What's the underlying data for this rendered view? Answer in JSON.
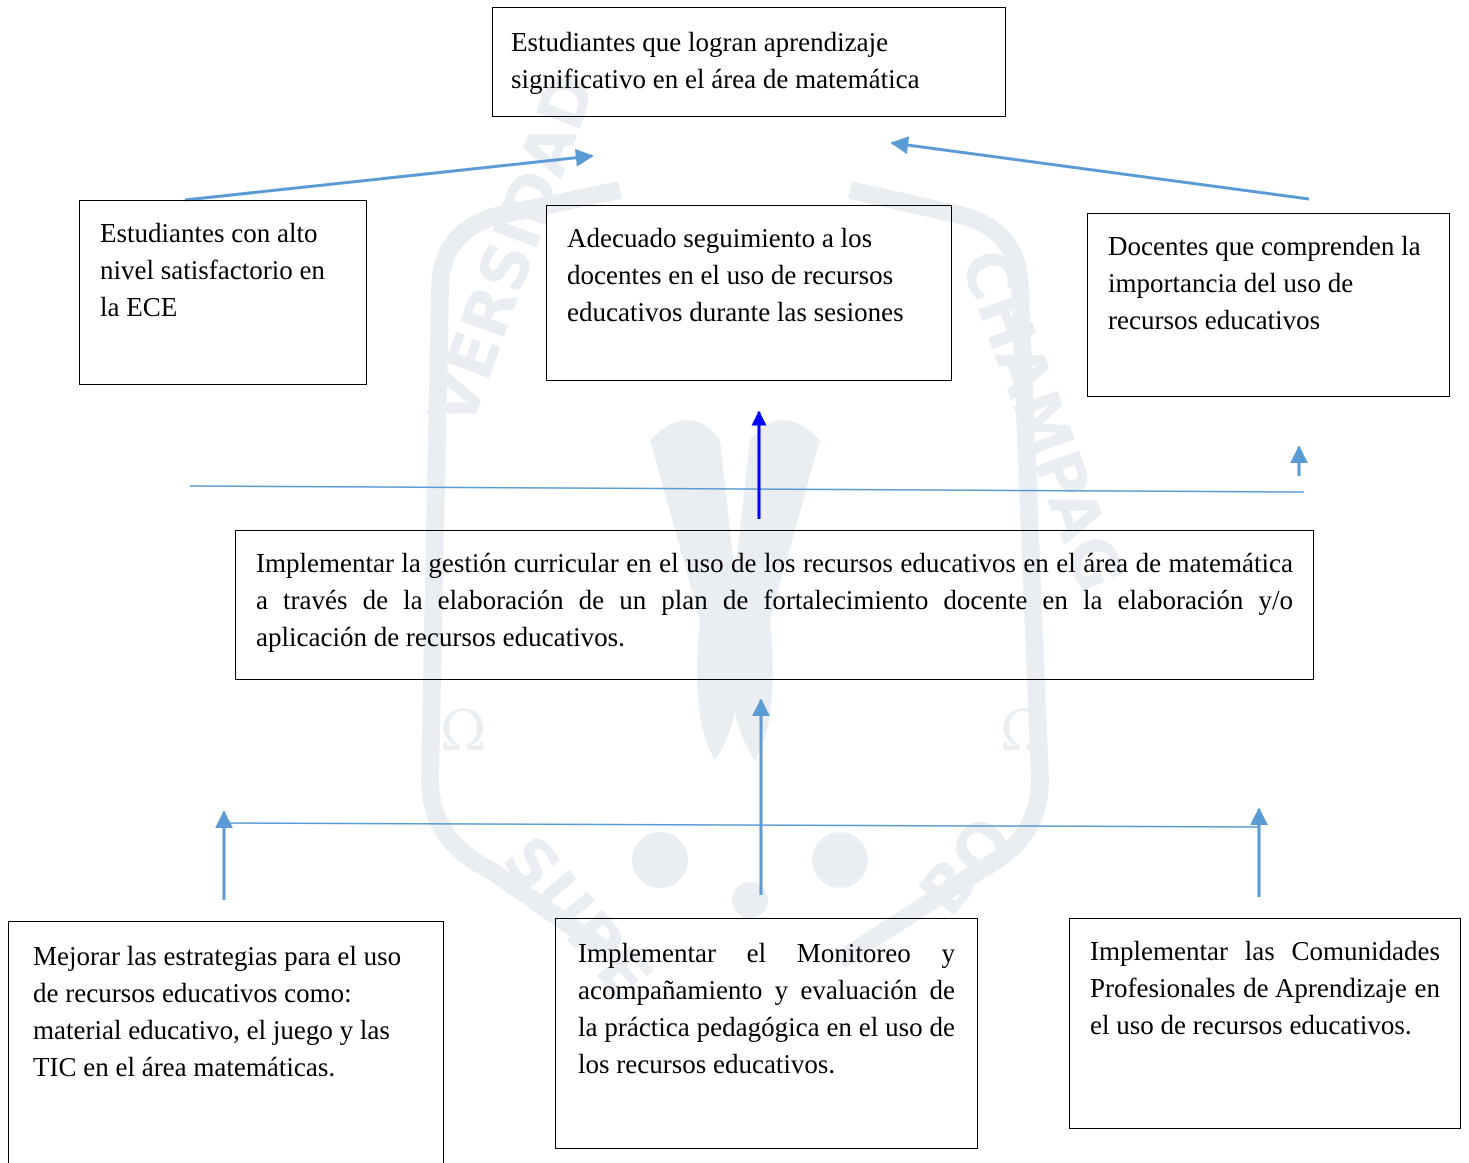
{
  "diagram": {
    "top_box": "Estudiantes que logran aprendizaje significativo en el área de matemática",
    "left_box": "Estudiantes con alto nivel satisfactorio en la ECE",
    "middle_box": "Adecuado seguimiento a los docentes en el uso de recursos educativos durante las sesiones",
    "right_box": "Docentes que comprenden la importancia del uso de recursos educativos",
    "center_box": "Implementar la gestión curricular en el uso de los recursos educativos en el área de matemática a través de la elaboración de un plan de fortalecimiento docente en la elaboración y/o aplicación de recursos educativos.",
    "bottom_left_box": "Mejorar las estrategias para el uso de recursos educativos como: material educativo, el juego y las TIC en el área matemáticas.",
    "bottom_middle_box": "Implementar el Monitoreo y acompañamiento y evaluación de la práctica pedagógica en el uso de los recursos educativos.",
    "bottom_right_box": "Implementar las Comunidades Profesionales de Aprendizaje en el uso de recursos educativos."
  },
  "colors": {
    "arrow": "#5b9bd5",
    "dark_arrow": "#0000ff",
    "border": "#000000",
    "watermark": "#8497b0"
  },
  "watermark": {
    "text_left": "VERSIDAD",
    "text_right": "CHAMPAG",
    "text_bottom_left": "SUPE",
    "text_bottom_right": "BO"
  }
}
